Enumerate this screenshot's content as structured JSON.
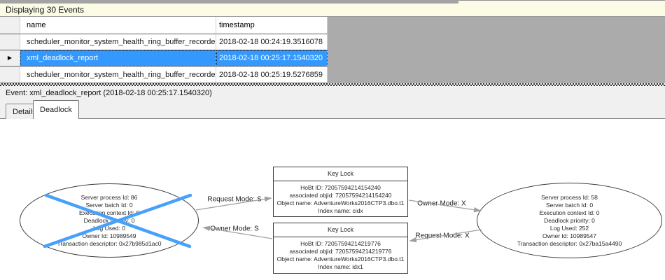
{
  "window": {
    "info_bar": "Displaying 30 Events"
  },
  "events_table": {
    "columns": [
      {
        "label": "name"
      },
      {
        "label": "timestamp"
      }
    ],
    "rows": [
      {
        "name": "scheduler_monitor_system_health_ring_buffer_recorded",
        "timestamp": "2018-02-18 00:24:19.3516078"
      },
      {
        "name": "xml_deadlock_report",
        "timestamp": "2018-02-18 00:25:17.1540320"
      },
      {
        "name": "scheduler_monitor_system_health_ring_buffer_recorded",
        "timestamp": "2018-02-18 00:25:19.5276859"
      }
    ],
    "selected_row_index": 1
  },
  "event_bar": {
    "text": "Event: xml_deadlock_report (2018-02-18 00:25:17.1540320)"
  },
  "tabs": [
    {
      "label": "Details"
    },
    {
      "label": "Deadlock"
    }
  ],
  "active_tab": "Deadlock",
  "icons": {
    "current_row_marker": "▶"
  },
  "deadlock_graph": {
    "left_process": {
      "victim": true,
      "lines": [
        "Server process Id: 86",
        "Server batch Id: 0",
        "Execution context Id: 0",
        "Deadlock priority: 0",
        "Log Used: 0",
        "Owner Id: 10989549",
        "Transaction descriptor: 0x27b985d1ac0"
      ]
    },
    "right_process": {
      "victim": false,
      "lines": [
        "Server process Id: 58",
        "Server batch Id: 0",
        "Execution context Id: 0",
        "Deadlock priority: 0",
        "Log Used: 252",
        "Owner Id: 10989547",
        "Transaction descriptor: 0x27ba15a4490"
      ]
    },
    "top_resource": {
      "title": "Key Lock",
      "lines": [
        "HoBt ID: 72057594214154240",
        "associated objid: 72057594214154240",
        "Object name: AdventureWorks2016CTP3.dbo.t1",
        "Index name: cidx"
      ]
    },
    "bottom_resource": {
      "title": "Key Lock",
      "lines": [
        "HoBt ID: 72057594214219776",
        "associated objid: 72057594214219776",
        "Object name: AdventureWorks2016CTP3.dbo.t1",
        "Index name: idx1"
      ]
    },
    "edges": [
      {
        "label": "Request Mode: S"
      },
      {
        "label": "Owner Mode: S"
      },
      {
        "label": "Owner Mode: X"
      },
      {
        "label": "Request Mode: X"
      }
    ]
  },
  "colors": {
    "selection_blue": "#3399ff",
    "victim_cross_blue": "#47a1fa",
    "info_bar_yellow": "#fbfbe6",
    "grid_filler_gray": "#ababab",
    "arrow_gray": "#9f9f9f"
  }
}
